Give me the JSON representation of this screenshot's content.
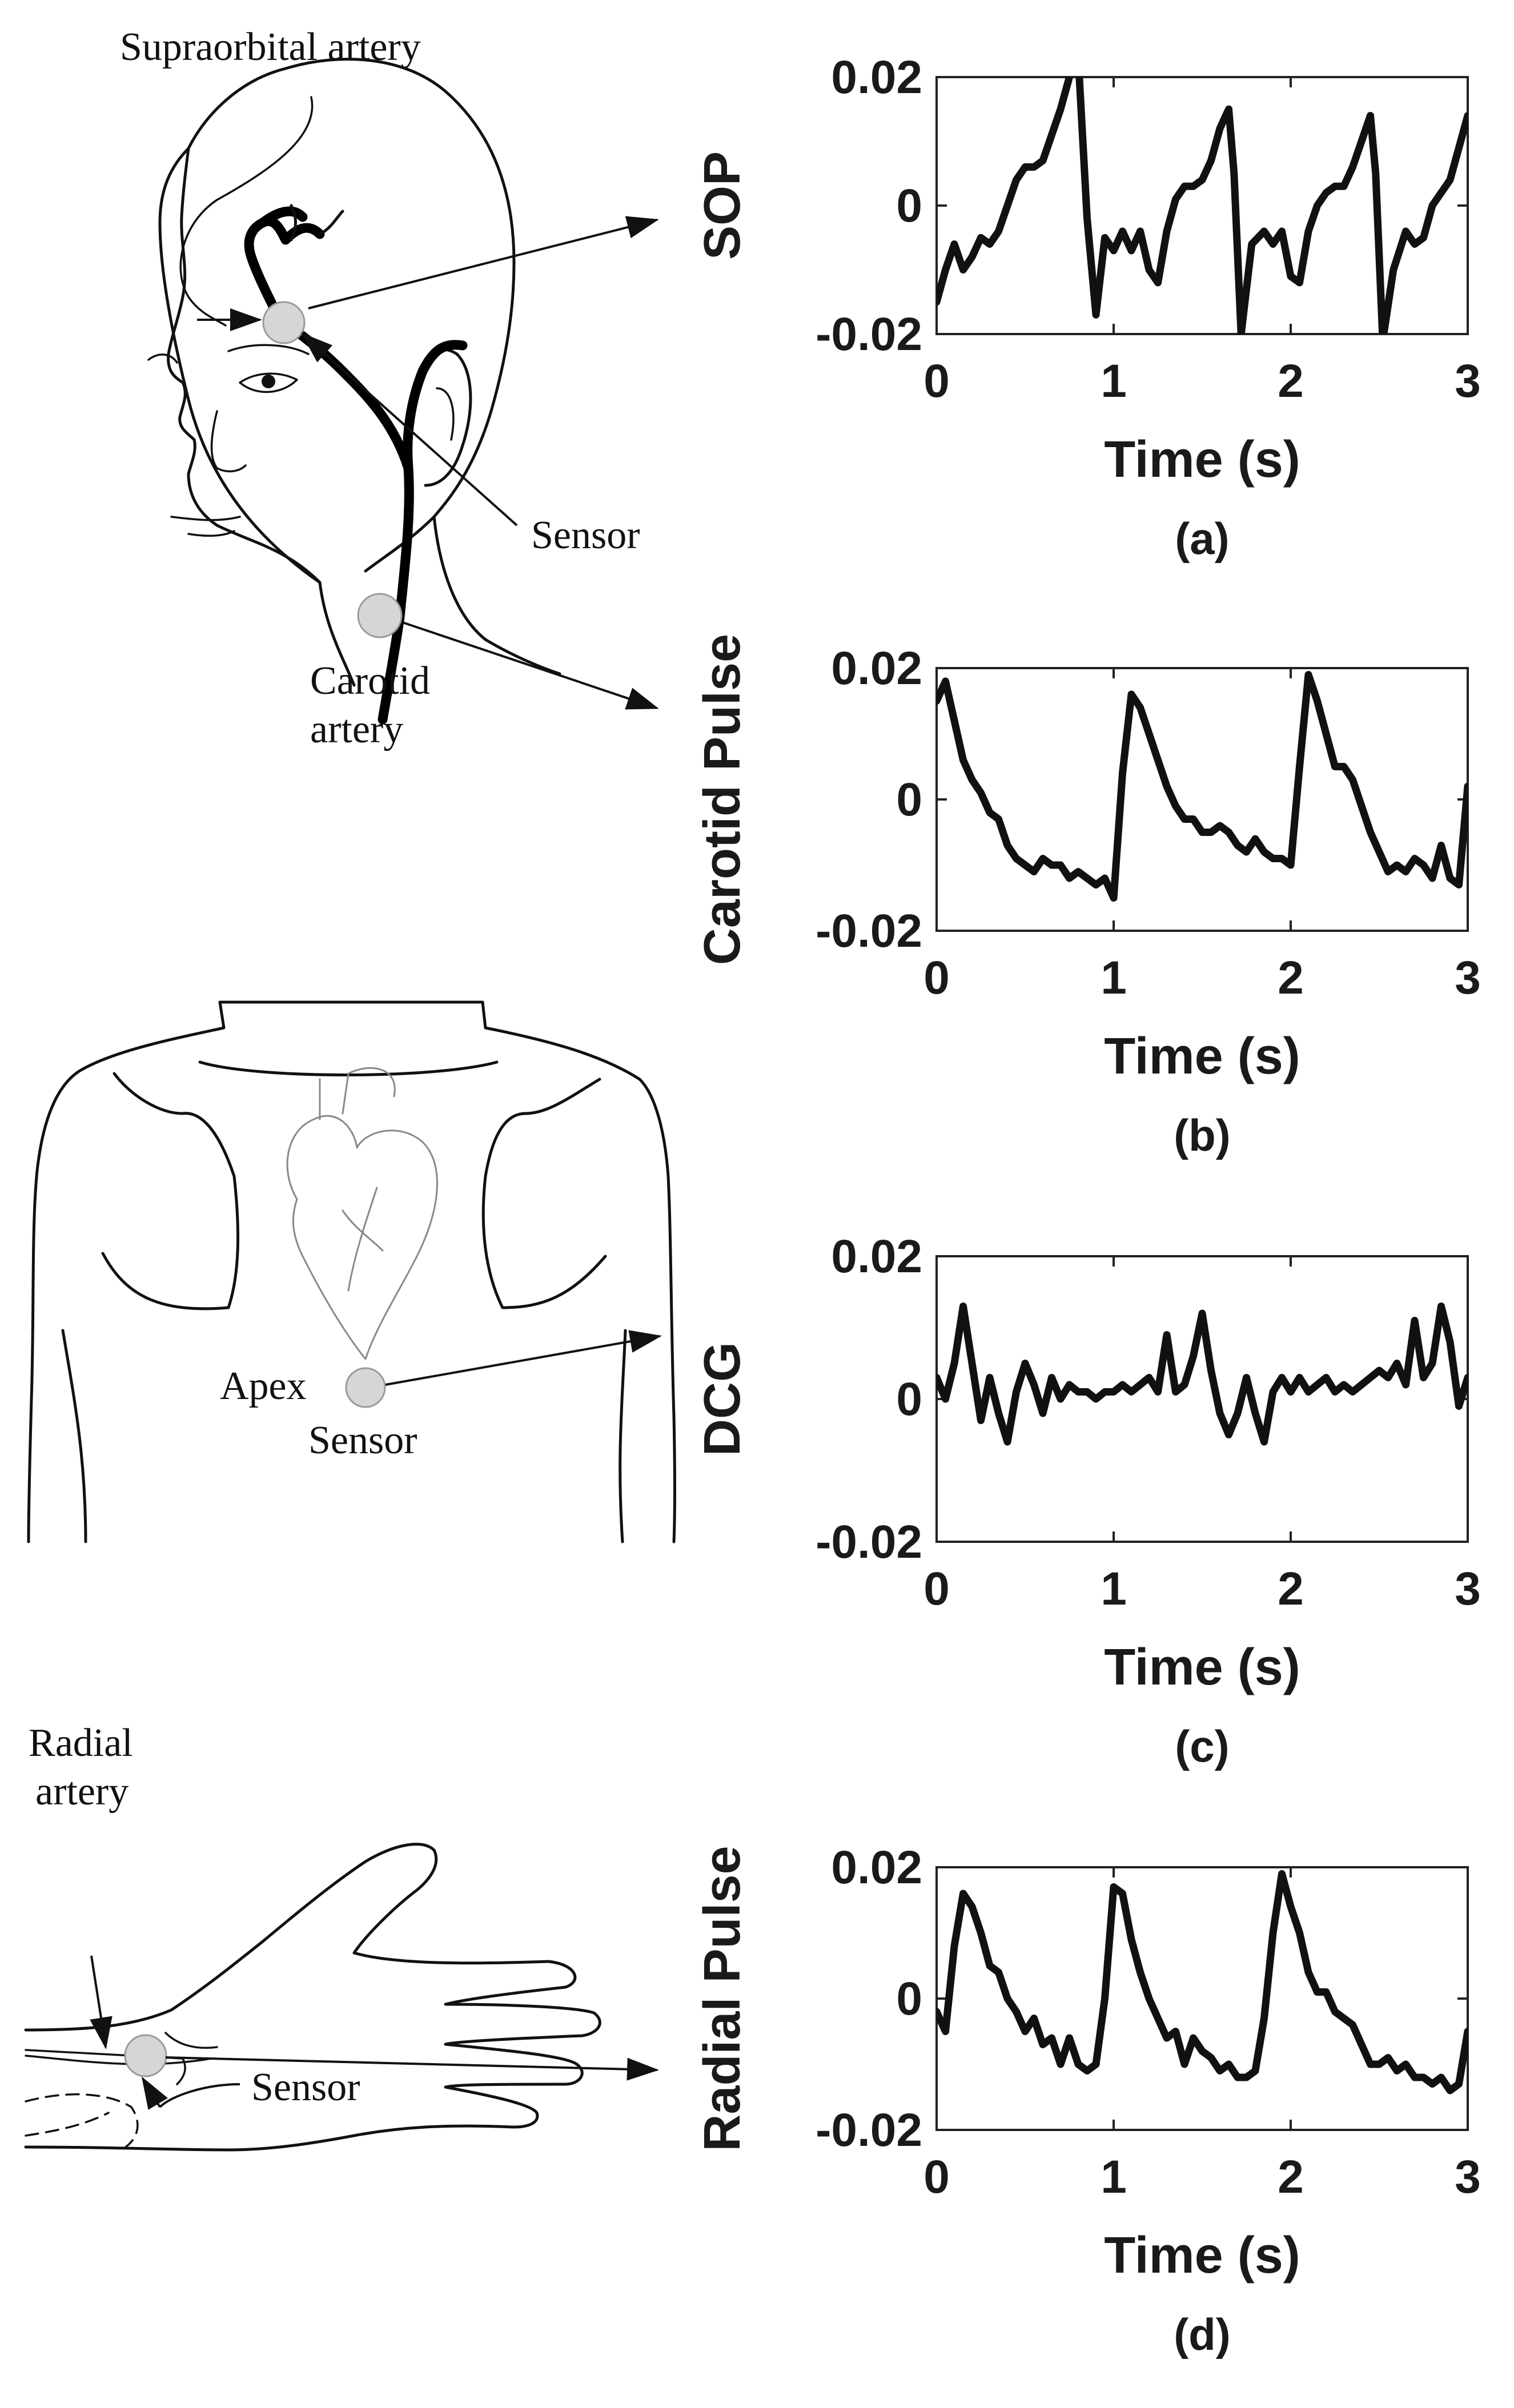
{
  "illustration": {
    "head": {
      "supraorbital_label": "Supraorbital artery",
      "sensor_label": "Sensor",
      "carotid_label_line1": "Carotid",
      "carotid_label_line2": "artery"
    },
    "chest": {
      "apex_label": "Apex",
      "sensor_label": "Sensor"
    },
    "hand": {
      "radial_label_line1": "Radial",
      "radial_label_line2": "artery",
      "sensor_label": "Sensor"
    }
  },
  "chart_data": [
    {
      "type": "line",
      "panel": "(a)",
      "ylabel": "SOP",
      "xlabel": "Time (s)",
      "xlim": [
        0,
        3
      ],
      "ylim": [
        -0.02,
        0.02
      ],
      "xticks": [
        "0",
        "1",
        "2",
        "3"
      ],
      "yticks": [
        "0.02",
        "0",
        "-0.02"
      ],
      "series": [
        {
          "x": [
            0,
            0.05,
            0.1,
            0.15,
            0.2,
            0.25,
            0.3,
            0.35,
            0.4,
            0.45,
            0.5,
            0.55,
            0.6,
            0.65,
            0.7,
            0.75,
            0.8,
            0.85,
            0.9,
            0.95,
            1.0,
            1.05,
            1.1,
            1.15,
            1.2,
            1.25,
            1.3,
            1.35,
            1.4,
            1.45,
            1.5,
            1.55,
            1.6,
            1.65,
            1.68,
            1.72,
            1.78,
            1.85,
            1.9,
            1.95,
            2.0,
            2.05,
            2.1,
            2.15,
            2.2,
            2.25,
            2.3,
            2.35,
            2.4,
            2.45,
            2.48,
            2.52,
            2.58,
            2.65,
            2.7,
            2.75,
            2.8,
            2.85,
            2.9,
            2.95,
            3.0
          ],
          "y": [
            -0.015,
            -0.01,
            -0.006,
            -0.01,
            -0.008,
            -0.005,
            -0.006,
            -0.004,
            0.0,
            0.004,
            0.006,
            0.006,
            0.007,
            0.011,
            0.015,
            0.02,
            0.023,
            -0.002,
            -0.017,
            -0.005,
            -0.007,
            -0.004,
            -0.007,
            -0.004,
            -0.01,
            -0.012,
            -0.004,
            0.001,
            0.003,
            0.003,
            0.004,
            0.007,
            0.012,
            0.015,
            0.005,
            -0.02,
            -0.006,
            -0.004,
            -0.006,
            -0.004,
            -0.011,
            -0.012,
            -0.004,
            0.0,
            0.002,
            0.003,
            0.003,
            0.006,
            0.01,
            0.014,
            0.005,
            -0.021,
            -0.01,
            -0.004,
            -0.006,
            -0.005,
            0.0,
            0.002,
            0.004,
            0.009,
            0.014
          ]
        }
      ]
    },
    {
      "type": "line",
      "panel": "(b)",
      "ylabel": "Carotid Pulse",
      "xlabel": "Time (s)",
      "xlim": [
        0,
        3
      ],
      "ylim": [
        -0.02,
        0.02
      ],
      "xticks": [
        "0",
        "1",
        "2",
        "3"
      ],
      "yticks": [
        "0.02",
        "0",
        "-0.02"
      ],
      "series": [
        {
          "x": [
            0,
            0.05,
            0.1,
            0.15,
            0.2,
            0.25,
            0.3,
            0.35,
            0.4,
            0.45,
            0.5,
            0.55,
            0.6,
            0.65,
            0.7,
            0.75,
            0.8,
            0.85,
            0.9,
            0.95,
            1.0,
            1.05,
            1.1,
            1.15,
            1.2,
            1.25,
            1.3,
            1.35,
            1.4,
            1.45,
            1.5,
            1.55,
            1.6,
            1.65,
            1.7,
            1.75,
            1.8,
            1.85,
            1.9,
            1.95,
            2.0,
            2.05,
            2.1,
            2.15,
            2.2,
            2.25,
            2.3,
            2.35,
            2.4,
            2.45,
            2.5,
            2.55,
            2.6,
            2.65,
            2.7,
            2.75,
            2.8,
            2.85,
            2.9,
            2.95,
            3.0
          ],
          "y": [
            0.015,
            0.018,
            0.012,
            0.006,
            0.003,
            0.001,
            -0.002,
            -0.003,
            -0.007,
            -0.009,
            -0.01,
            -0.011,
            -0.009,
            -0.01,
            -0.01,
            -0.012,
            -0.011,
            -0.012,
            -0.013,
            -0.012,
            -0.015,
            0.004,
            0.016,
            0.014,
            0.01,
            0.006,
            0.002,
            -0.001,
            -0.003,
            -0.003,
            -0.005,
            -0.005,
            -0.004,
            -0.005,
            -0.007,
            -0.008,
            -0.006,
            -0.008,
            -0.009,
            -0.009,
            -0.01,
            0.005,
            0.019,
            0.015,
            0.01,
            0.005,
            0.005,
            0.003,
            -0.001,
            -0.005,
            -0.008,
            -0.011,
            -0.01,
            -0.011,
            -0.009,
            -0.01,
            -0.012,
            -0.007,
            -0.012,
            -0.013,
            0.002
          ]
        }
      ]
    },
    {
      "type": "line",
      "panel": "(c)",
      "ylabel": "DCG",
      "xlabel": "Time (s)",
      "xlim": [
        0,
        3
      ],
      "ylim": [
        -0.02,
        0.02
      ],
      "xticks": [
        "0",
        "1",
        "2",
        "3"
      ],
      "yticks": [
        "0.02",
        "0",
        "-0.02"
      ],
      "series": [
        {
          "x": [
            0,
            0.05,
            0.1,
            0.15,
            0.2,
            0.25,
            0.3,
            0.35,
            0.4,
            0.45,
            0.5,
            0.55,
            0.6,
            0.65,
            0.7,
            0.75,
            0.8,
            0.85,
            0.9,
            0.95,
            1.0,
            1.05,
            1.1,
            1.15,
            1.2,
            1.25,
            1.3,
            1.35,
            1.4,
            1.45,
            1.5,
            1.55,
            1.6,
            1.65,
            1.7,
            1.75,
            1.8,
            1.85,
            1.9,
            1.95,
            2.0,
            2.05,
            2.1,
            2.15,
            2.2,
            2.25,
            2.3,
            2.35,
            2.4,
            2.45,
            2.5,
            2.55,
            2.6,
            2.65,
            2.7,
            2.75,
            2.8,
            2.85,
            2.9,
            2.95,
            3.0
          ],
          "y": [
            0.003,
            0.0,
            0.005,
            0.013,
            0.005,
            -0.003,
            0.003,
            -0.002,
            -0.006,
            0.001,
            0.005,
            0.002,
            -0.002,
            0.003,
            0.0,
            0.002,
            0.001,
            0.001,
            0.0,
            0.001,
            0.001,
            0.002,
            0.001,
            0.002,
            0.003,
            0.001,
            0.009,
            0.001,
            0.002,
            0.006,
            0.012,
            0.004,
            -0.002,
            -0.005,
            -0.002,
            0.003,
            -0.002,
            -0.006,
            0.001,
            0.003,
            0.001,
            0.003,
            0.001,
            0.002,
            0.003,
            0.001,
            0.002,
            0.001,
            0.002,
            0.003,
            0.004,
            0.003,
            0.005,
            0.002,
            0.011,
            0.003,
            0.005,
            0.013,
            0.008,
            -0.001,
            0.003
          ]
        }
      ]
    },
    {
      "type": "line",
      "panel": "(d)",
      "ylabel": "Radial Pulse",
      "xlabel": "Time (s)",
      "xlim": [
        0,
        3
      ],
      "ylim": [
        -0.02,
        0.02
      ],
      "xticks": [
        "0",
        "1",
        "2",
        "3"
      ],
      "yticks": [
        "0.02",
        "0",
        "-0.02"
      ],
      "series": [
        {
          "x": [
            0,
            0.05,
            0.1,
            0.15,
            0.2,
            0.25,
            0.3,
            0.35,
            0.4,
            0.45,
            0.5,
            0.55,
            0.6,
            0.65,
            0.7,
            0.75,
            0.8,
            0.85,
            0.9,
            0.95,
            1.0,
            1.05,
            1.1,
            1.15,
            1.2,
            1.25,
            1.3,
            1.35,
            1.4,
            1.45,
            1.5,
            1.55,
            1.6,
            1.65,
            1.7,
            1.75,
            1.8,
            1.85,
            1.9,
            1.95,
            2.0,
            2.05,
            2.1,
            2.15,
            2.2,
            2.25,
            2.3,
            2.35,
            2.4,
            2.45,
            2.5,
            2.55,
            2.6,
            2.65,
            2.7,
            2.75,
            2.8,
            2.85,
            2.9,
            2.95,
            3.0
          ],
          "y": [
            -0.002,
            -0.005,
            0.008,
            0.016,
            0.014,
            0.01,
            0.005,
            0.004,
            0.0,
            -0.002,
            -0.005,
            -0.003,
            -0.007,
            -0.006,
            -0.01,
            -0.006,
            -0.01,
            -0.011,
            -0.01,
            0.0,
            0.017,
            0.016,
            0.009,
            0.004,
            0.0,
            -0.003,
            -0.006,
            -0.005,
            -0.01,
            -0.006,
            -0.008,
            -0.009,
            -0.011,
            -0.01,
            -0.012,
            -0.012,
            -0.011,
            -0.003,
            0.01,
            0.019,
            0.014,
            0.01,
            0.004,
            0.001,
            0.001,
            -0.002,
            -0.003,
            -0.004,
            -0.007,
            -0.01,
            -0.01,
            -0.009,
            -0.011,
            -0.01,
            -0.012,
            -0.012,
            -0.013,
            -0.012,
            -0.014,
            -0.013,
            -0.005
          ]
        }
      ]
    }
  ]
}
